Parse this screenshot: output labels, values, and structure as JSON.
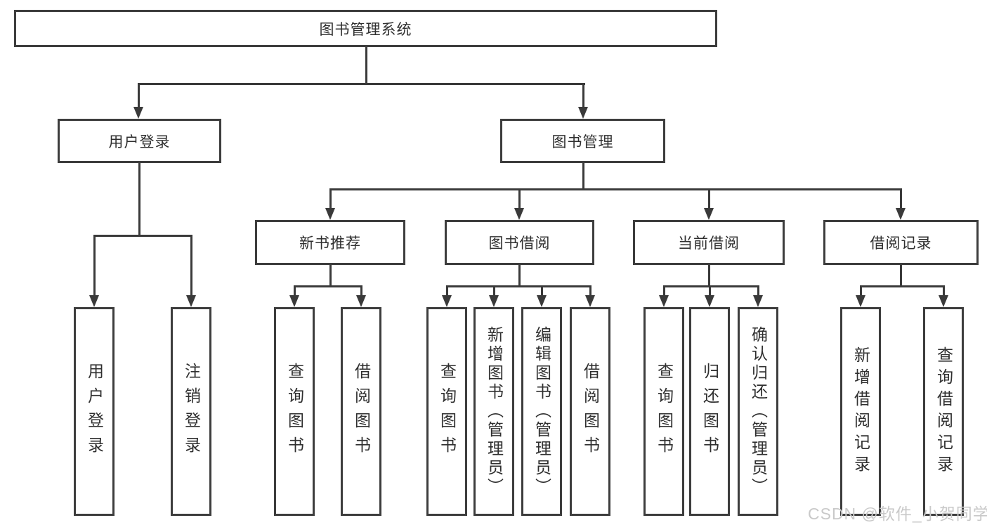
{
  "watermark": "CSDN @软件_小贺同学",
  "colors": {
    "line": "#3a3a3a",
    "border": "#3d3d3d",
    "text": "#2f2f2f",
    "watermark": "#c9c9c9",
    "background": "#ffffff"
  },
  "tree": {
    "root": {
      "label": "图书管理系统"
    },
    "level1": [
      {
        "label": "用户登录"
      },
      {
        "label": "图书管理"
      }
    ],
    "level2": [
      {
        "label": "新书推荐",
        "parent": "图书管理"
      },
      {
        "label": "图书借阅",
        "parent": "图书管理"
      },
      {
        "label": "当前借阅",
        "parent": "图书管理"
      },
      {
        "label": "借阅记录",
        "parent": "图书管理"
      }
    ],
    "leaves": [
      {
        "label": "用户登录",
        "parent": "用户登录"
      },
      {
        "label": "注销登录",
        "parent": "用户登录"
      },
      {
        "label": "查询图书",
        "parent": "新书推荐"
      },
      {
        "label": "借阅图书",
        "parent": "新书推荐"
      },
      {
        "label": "查询图书",
        "parent": "图书借阅"
      },
      {
        "label": "新增图书（管理员）",
        "parent": "图书借阅"
      },
      {
        "label": "编辑图书（管理员）",
        "parent": "图书借阅"
      },
      {
        "label": "借阅图书",
        "parent": "图书借阅"
      },
      {
        "label": "查询图书",
        "parent": "当前借阅"
      },
      {
        "label": "归还图书",
        "parent": "当前借阅"
      },
      {
        "label": "确认归还（管理员）",
        "parent": "当前借阅"
      },
      {
        "label": "新增借阅记录",
        "parent": "借阅记录"
      },
      {
        "label": "查询借阅记录",
        "parent": "借阅记录"
      }
    ]
  }
}
